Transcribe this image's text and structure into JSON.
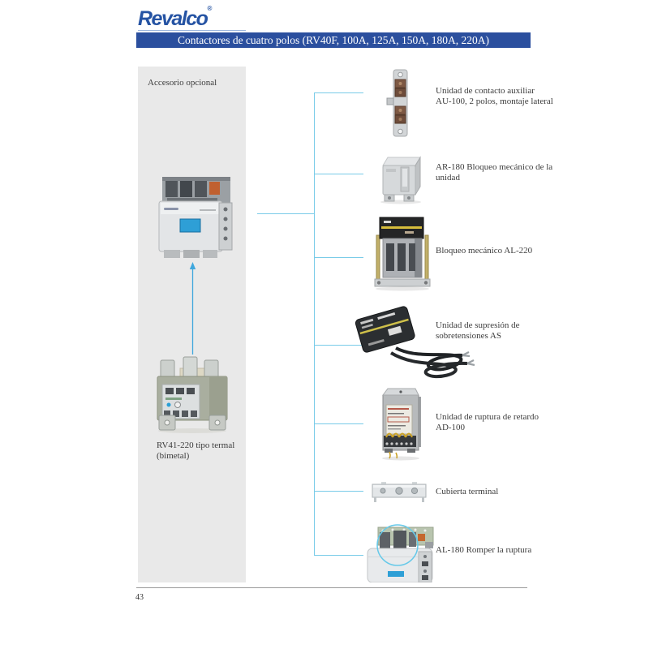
{
  "page": {
    "logo": "Revalco",
    "logo_mark": "®",
    "header_title": "Contactores de cuatro polos (RV40F, 100A, 125A, 150A, 180A, 220A)",
    "page_number": "43"
  },
  "panel": {
    "heading": "Accesorio opcional",
    "main_unit_caption": "RV41-220 tipo termal\n(bimetal)"
  },
  "accessories": [
    {
      "id": "au-100",
      "label": "Unidad de contacto auxiliar\nAU-100, 2 polos, montaje lateral"
    },
    {
      "id": "ar-180",
      "label": "AR-180 Bloqueo mecánico de la\nunidad"
    },
    {
      "id": "al-220",
      "label": "Bloqueo mecánico AL-220"
    },
    {
      "id": "as",
      "label": "Unidad de supresión de\nsobretensiones AS"
    },
    {
      "id": "ad-100",
      "label": "Unidad de ruptura de retardo\nAD-100"
    },
    {
      "id": "cubierta",
      "label": "Cubierta terminal"
    },
    {
      "id": "al-180",
      "label": "AL-180 Romper la ruptura"
    }
  ],
  "colors": {
    "header_bar": "#2b4f9e",
    "logo_blue": "#2553a3",
    "connector_line": "#79cbe8",
    "panel_gray": "#e9e9e9",
    "arrow_blue": "#3fa7dd"
  }
}
